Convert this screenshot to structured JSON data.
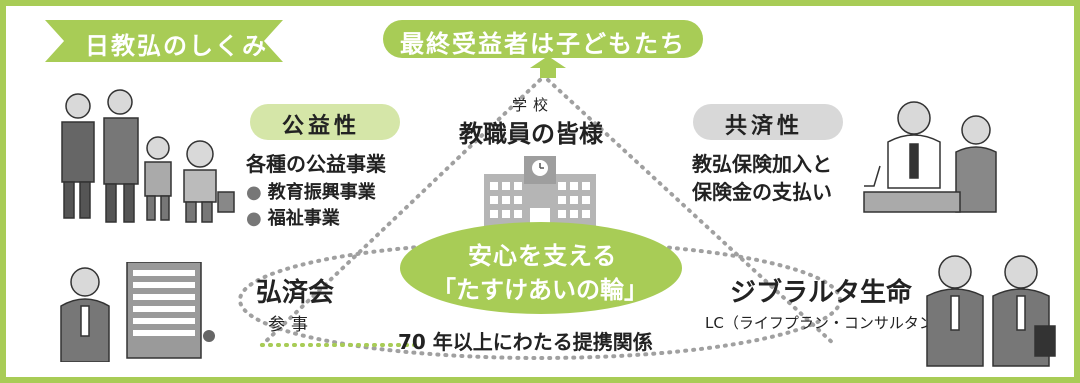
{
  "header": {
    "title": "日教弘のしくみ"
  },
  "top_banner": {
    "text": "最終受益者は子どもたち"
  },
  "school": {
    "label_small": "学校",
    "label_main": "教職員の皆様"
  },
  "public_benefit": {
    "badge": "公益性",
    "heading": "各種の公益事業",
    "items": [
      "教育振興事業",
      "福祉事業"
    ]
  },
  "mutual_aid": {
    "badge": "共済性",
    "line1": "教弘保険加入と",
    "line2": "保険金の支払い"
  },
  "center": {
    "line1": "安心を支える",
    "line2": "「たすけあいの輪」"
  },
  "kosaikai": {
    "name": "弘済会",
    "role": "参事"
  },
  "gibraltar": {
    "name": "ジブラルタ生命",
    "sub": "LC（ライフプラン・コンサルタント）"
  },
  "partnership": {
    "text": "70 年以上にわたる提携関係"
  },
  "colors": {
    "accent_green": "#a8cc56",
    "light_green": "#d5e6a8",
    "gray_badge": "#d8d8d8",
    "dot_gray": "#9a9a9a"
  }
}
